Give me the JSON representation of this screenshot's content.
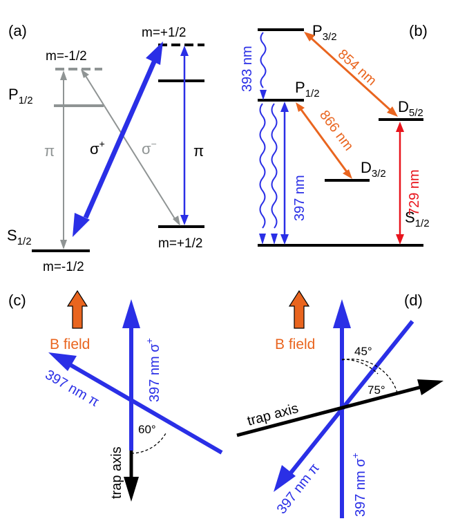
{
  "colors": {
    "blue": "#2a2fe6",
    "gray": "#8f9494",
    "orange": "#e9651f",
    "red": "#e8141c",
    "black": "#000000"
  },
  "panel_a": {
    "tag": "(a)",
    "p_left": "P",
    "p_left_sub": "1/2",
    "s_left": "S",
    "s_left_sub": "1/2",
    "m_top_left": "m=-1/2",
    "m_top_right": "m=+1/2",
    "m_bottom_left": "m=-1/2",
    "m_bottom_right": "m=+1/2",
    "pi_left": "π",
    "sigma_plus": "σ",
    "sigma_plus_sup": "+",
    "sigma_minus": "σ",
    "sigma_minus_sup": "−",
    "pi_right": "π"
  },
  "panel_b": {
    "tag": "(b)",
    "p32": "P",
    "p32_sub": "3/2",
    "p12": "P",
    "p12_sub": "1/2",
    "d52": "D",
    "d52_sub": "5/2",
    "d32": "D",
    "d32_sub": "3/2",
    "s12": "S",
    "s12_sub": "1/2",
    "l393": "393 nm",
    "l854": "854 nm",
    "l866": "866 nm",
    "l397": "397 nm",
    "l729": "729 nm"
  },
  "panel_c": {
    "tag": "(c)",
    "bfield": "B field",
    "beam_pi": "397 nm π",
    "beam_sigma": "397 nm σ",
    "beam_sigma_sup": "+",
    "angle": "60°",
    "trap_axis": "trap axis"
  },
  "panel_d": {
    "tag": "(d)",
    "bfield": "B field",
    "angle_45": "45°",
    "angle_75": "75°",
    "trap_axis": "trap axis",
    "beam_pi": "397 nm π",
    "beam_sigma": "397 nm σ",
    "beam_sigma_sup": "+"
  }
}
